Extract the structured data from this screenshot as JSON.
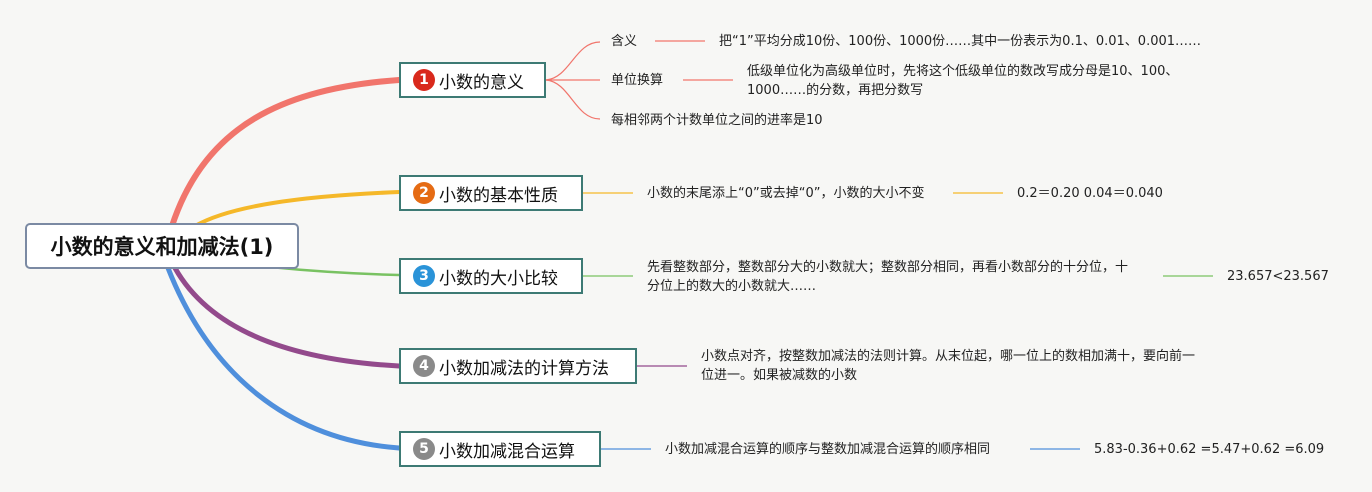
{
  "root": {
    "title": "小数的意义和加减法(1)"
  },
  "branches": [
    {
      "num": "1",
      "title": "小数的意义",
      "num_color": "#d9291c",
      "line_color": "#f1756c",
      "children": [
        {
          "label": "含义",
          "detail": "把“1”平均分成10份、100份、1000份……其中一份表示为0.1、0.01、0.001……"
        },
        {
          "label": "单位换算",
          "detail": "低级单位化为高级单位时，先将这个低级单位的数改写成分母是10、100、1000……的分数，再把分数写"
        },
        {
          "label": "每相邻两个计数单位之间的进率是10"
        }
      ]
    },
    {
      "num": "2",
      "title": "小数的基本性质",
      "num_color": "#e56b14",
      "line_color": "#f5b829",
      "detail": "小数的末尾添上“0”或去掉“0”，小数的大小不变",
      "example": "0.2＝0.20 0.04＝0.040"
    },
    {
      "num": "3",
      "title": "小数的大小比较",
      "num_color": "#2a93d8",
      "line_color": "#79c262",
      "detail": "先看整数部分，整数部分大的小数就大；整数部分相同，再看小数部分的十分位，十分位上的数大的小数就大……",
      "example": "23.657<23.567"
    },
    {
      "num": "4",
      "title": "小数加减法的计算方法",
      "num_color": "#8a8a8a",
      "line_color": "#934a8c",
      "detail": "小数点对齐，按整数加减法的法则计算。从末位起，哪一位上的数相加满十，要向前一位进一。如果被减数的小数"
    },
    {
      "num": "5",
      "title": "小数加减混合运算",
      "num_color": "#8a8a8a",
      "line_color": "#4f8fdc",
      "detail": "小数加减混合运算的顺序与整数加减混合运算的顺序相同",
      "example": "5.83-0.36+0.62 =5.47+0.62 =6.09"
    }
  ]
}
